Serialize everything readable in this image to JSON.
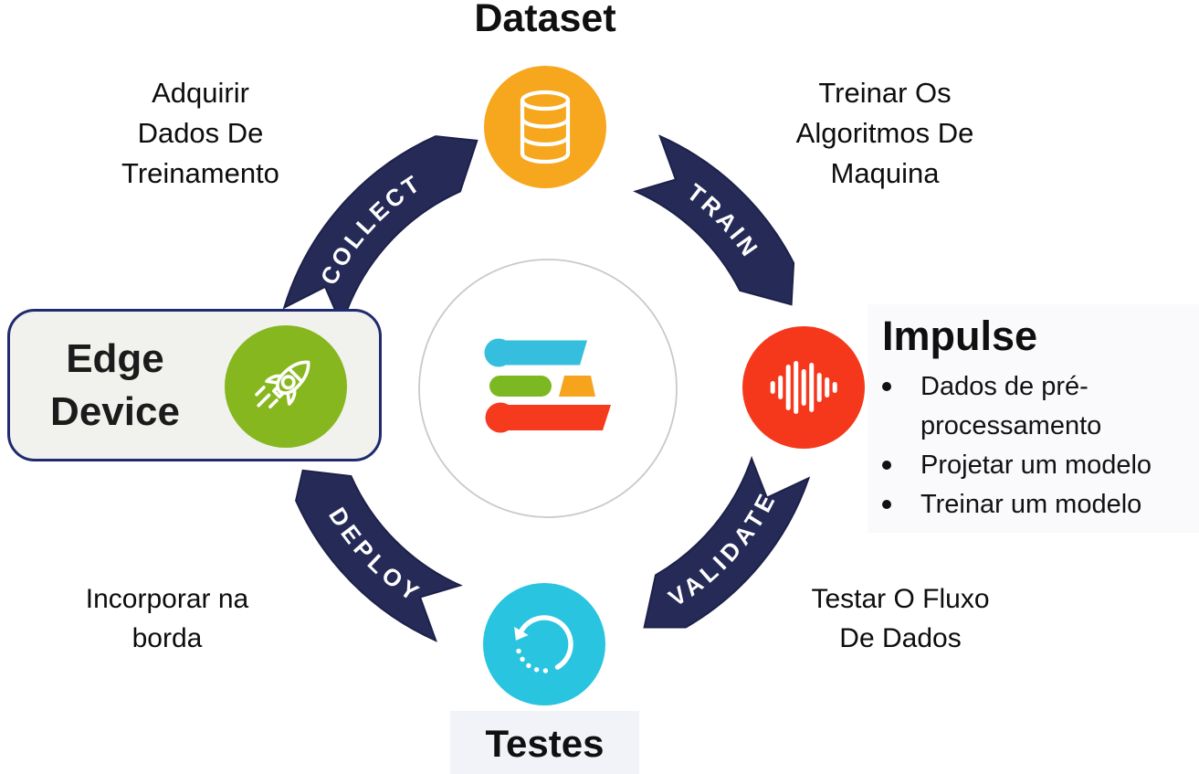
{
  "colors": {
    "navy": "#252a57",
    "navy_edge": "#1d2149",
    "dataset": "#f6a71e",
    "impulse": "#f5381c",
    "testes": "#29c4e0",
    "edge_device": "#86b71f",
    "logo_cyan": "#36bede",
    "logo_green": "#7cb822",
    "logo_orange": "#f6a41e",
    "logo_red": "#f53a1e"
  },
  "arrows": {
    "collect": "COLLECT",
    "train": "TRAIN",
    "validate": "VALIDATE",
    "deploy": "DEPLOY"
  },
  "nodes": {
    "dataset": {
      "label": "Dataset",
      "icon": "database-icon"
    },
    "impulse": {
      "heading": "Impulse",
      "icon": "audio-waveform-icon",
      "bullets": [
        "Dados de pré-processamento",
        "Projetar um modelo",
        "Treinar um modelo"
      ]
    },
    "testes": {
      "label": "Testes",
      "icon": "refresh-icon"
    },
    "edge_device": {
      "lines": [
        "Edge",
        "Device"
      ],
      "icon": "rocket-icon"
    }
  },
  "center": {
    "logo": "edge-impulse-logo"
  },
  "annotations": {
    "top_left": {
      "lines": [
        "Adquirir",
        "Dados De",
        "Treinamento"
      ]
    },
    "top_right": {
      "lines": [
        "Treinar Os",
        "Algoritmos De",
        "Maquina"
      ]
    },
    "bottom_right": {
      "lines": [
        "Testar O Fluxo",
        "De Dados"
      ]
    },
    "bottom_left": {
      "lines": [
        "Incorporar na",
        "borda"
      ]
    }
  }
}
